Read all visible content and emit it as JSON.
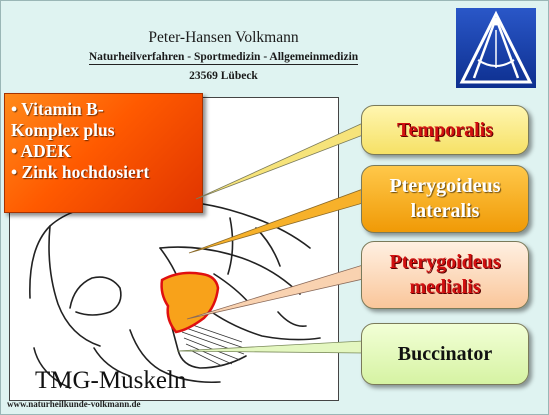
{
  "header": {
    "name": "Peter-Hansen Volkmann",
    "specialties": "Naturheilverfahren - Sportmedizin - Allgemeinmedizin",
    "city": "23569 Lübeck"
  },
  "supplements": [
    "• Vitamin B-",
    "Komplex plus",
    "• ADEK",
    "• Zink hochdosiert"
  ],
  "muscles": {
    "temporalis": [
      "Temporalis"
    ],
    "pterygoideus_lateralis": [
      "Pterygoideus",
      "lateralis"
    ],
    "pterygoideus_medialis": [
      "Pterygoideus",
      "medialis"
    ],
    "buccinator": [
      "Buccinator"
    ]
  },
  "caption": "TMG-Muskeln",
  "footer_url": "www.naturheilkunde-volkmann.de",
  "colors": {
    "background": "#dff3f1",
    "orange_box": "#ff6a00",
    "highlight_red": "#d11010",
    "muscle_area": "#f8a21a"
  },
  "icons": [
    "compass-logo-icon"
  ]
}
